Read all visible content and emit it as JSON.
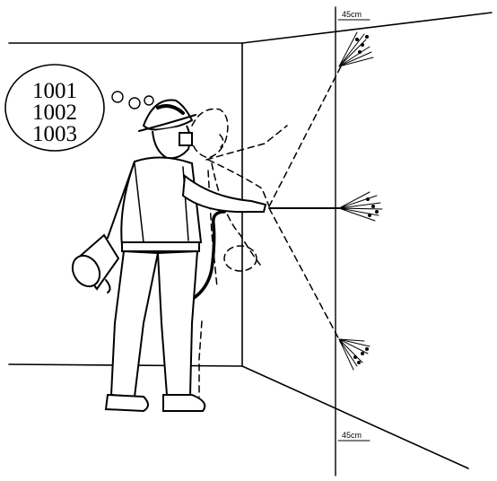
{
  "thought_bubble": {
    "lines": [
      "1001",
      "1002",
      "1003"
    ]
  },
  "wall_markers": {
    "top_label": "45cm",
    "bottom_label": "45cm"
  },
  "icons": {
    "figure": "person-spraying-icon",
    "bubble": "thought-bubble-icon",
    "sprayer": "compression-sprayer-icon"
  }
}
